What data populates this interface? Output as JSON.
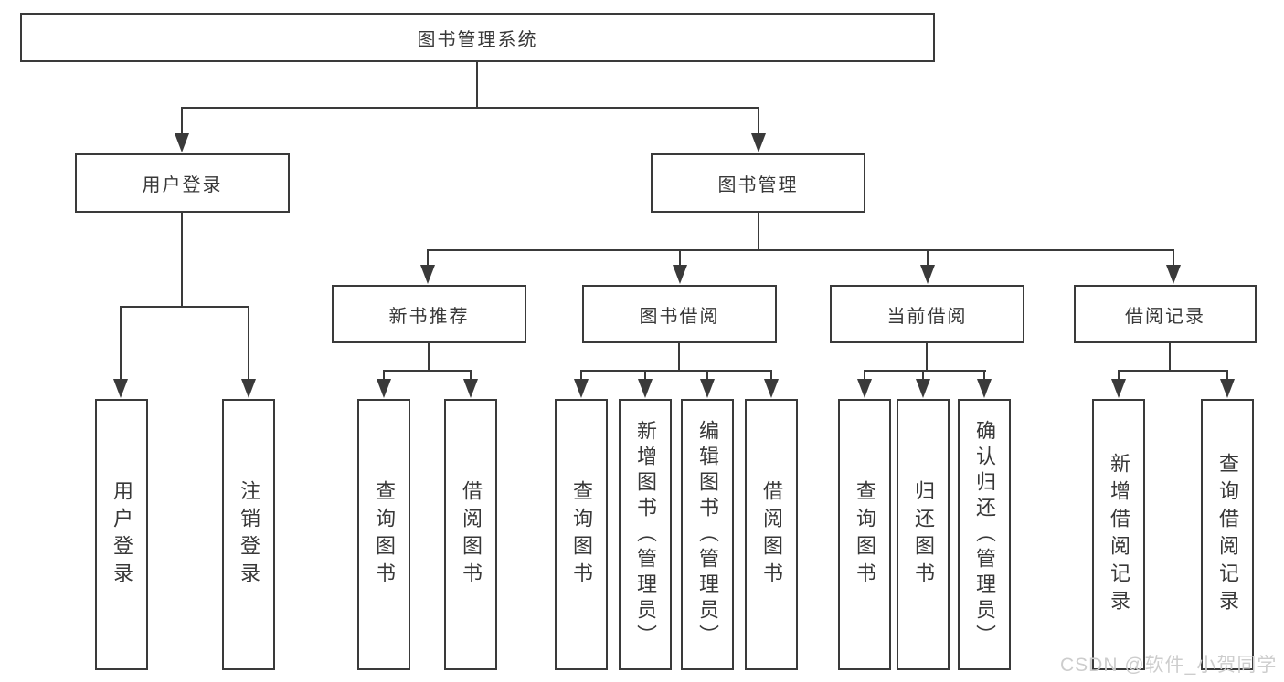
{
  "diagram": {
    "root": {
      "label": "图书管理系统"
    },
    "level2": {
      "user_login": {
        "label": "用户登录"
      },
      "book_management": {
        "label": "图书管理"
      }
    },
    "level3": {
      "new_book_recommend": {
        "label": "新书推荐"
      },
      "book_borrow": {
        "label": "图书借阅"
      },
      "current_borrow": {
        "label": "当前借阅"
      },
      "borrow_records": {
        "label": "借阅记录"
      }
    },
    "leaves": {
      "user_login": {
        "label": "用户登录"
      },
      "logout": {
        "label": "注销登录"
      },
      "query_books_recommend": {
        "label": "查询图书"
      },
      "borrow_books_recommend": {
        "label": "借阅图书"
      },
      "query_books_borrow": {
        "label": "查询图书"
      },
      "add_book_admin": {
        "label": "新增图书（管理员）"
      },
      "edit_book_admin": {
        "label": "编辑图书（管理员）"
      },
      "borrow_books_borrow": {
        "label": "借阅图书"
      },
      "query_books_current": {
        "label": "查询图书"
      },
      "return_book": {
        "label": "归还图书"
      },
      "confirm_return_admin": {
        "label": "确认归还（管理员）"
      },
      "add_borrow_record": {
        "label": "新增借阅记录"
      },
      "query_borrow_record": {
        "label": "查询借阅记录"
      }
    },
    "watermark": "CSDN @软件_小贺同学"
  },
  "colors": {
    "line": "#3a3a3a",
    "text": "#383838",
    "watermark": "#cdcdcd",
    "background": "#ffffff"
  }
}
